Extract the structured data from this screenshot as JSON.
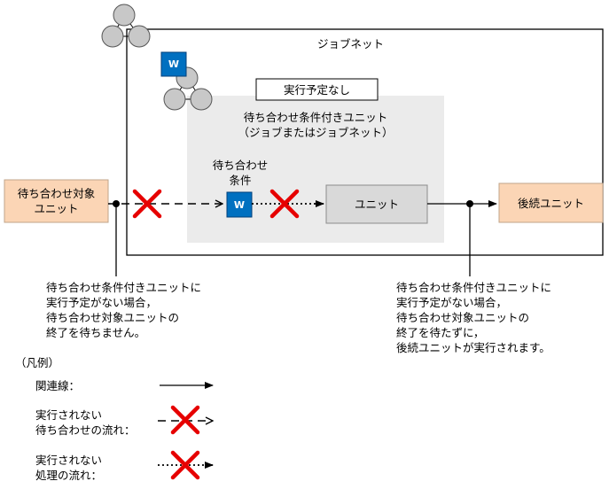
{
  "diagram": {
    "jobnet_label": "ジョブネット",
    "no_schedule_label": "実行予定なし",
    "unit_with_wait_title": "待ち合わせ条件付きユニット\n（ジョブまたはジョブネット）",
    "wait_condition_label": "待ち合わせ\n条件",
    "inner_unit_label": "ユニット",
    "wait_target_label": "待ち合わせ対象\nユニット",
    "successor_label": "後続ユニット",
    "job_icon_letter": "W",
    "note_left": "待ち合わせ条件付きユニットに\n実行予定がない場合，\n待ち合わせ対象ユニットの\n終了を待ちません。",
    "note_right": "待ち合わせ条件付きユニットに\n実行予定がない場合，\n待ち合わせ対象ユニットの\n終了を待たずに，\n後続ユニットが実行されます。"
  },
  "legend": {
    "title": "（凡例）",
    "relation_line": "関連線：",
    "not_executed_wait_flow": "実行されない\n待ち合わせの流れ：",
    "not_executed_process_flow": "実行されない\n処理の流れ："
  },
  "colors": {
    "orange_box": "#fbd5b5",
    "gray_area": "#ebebeb",
    "unit_box": "#d9d9d9",
    "job_icon": "#0070c0",
    "red_x": "#e60000"
  }
}
